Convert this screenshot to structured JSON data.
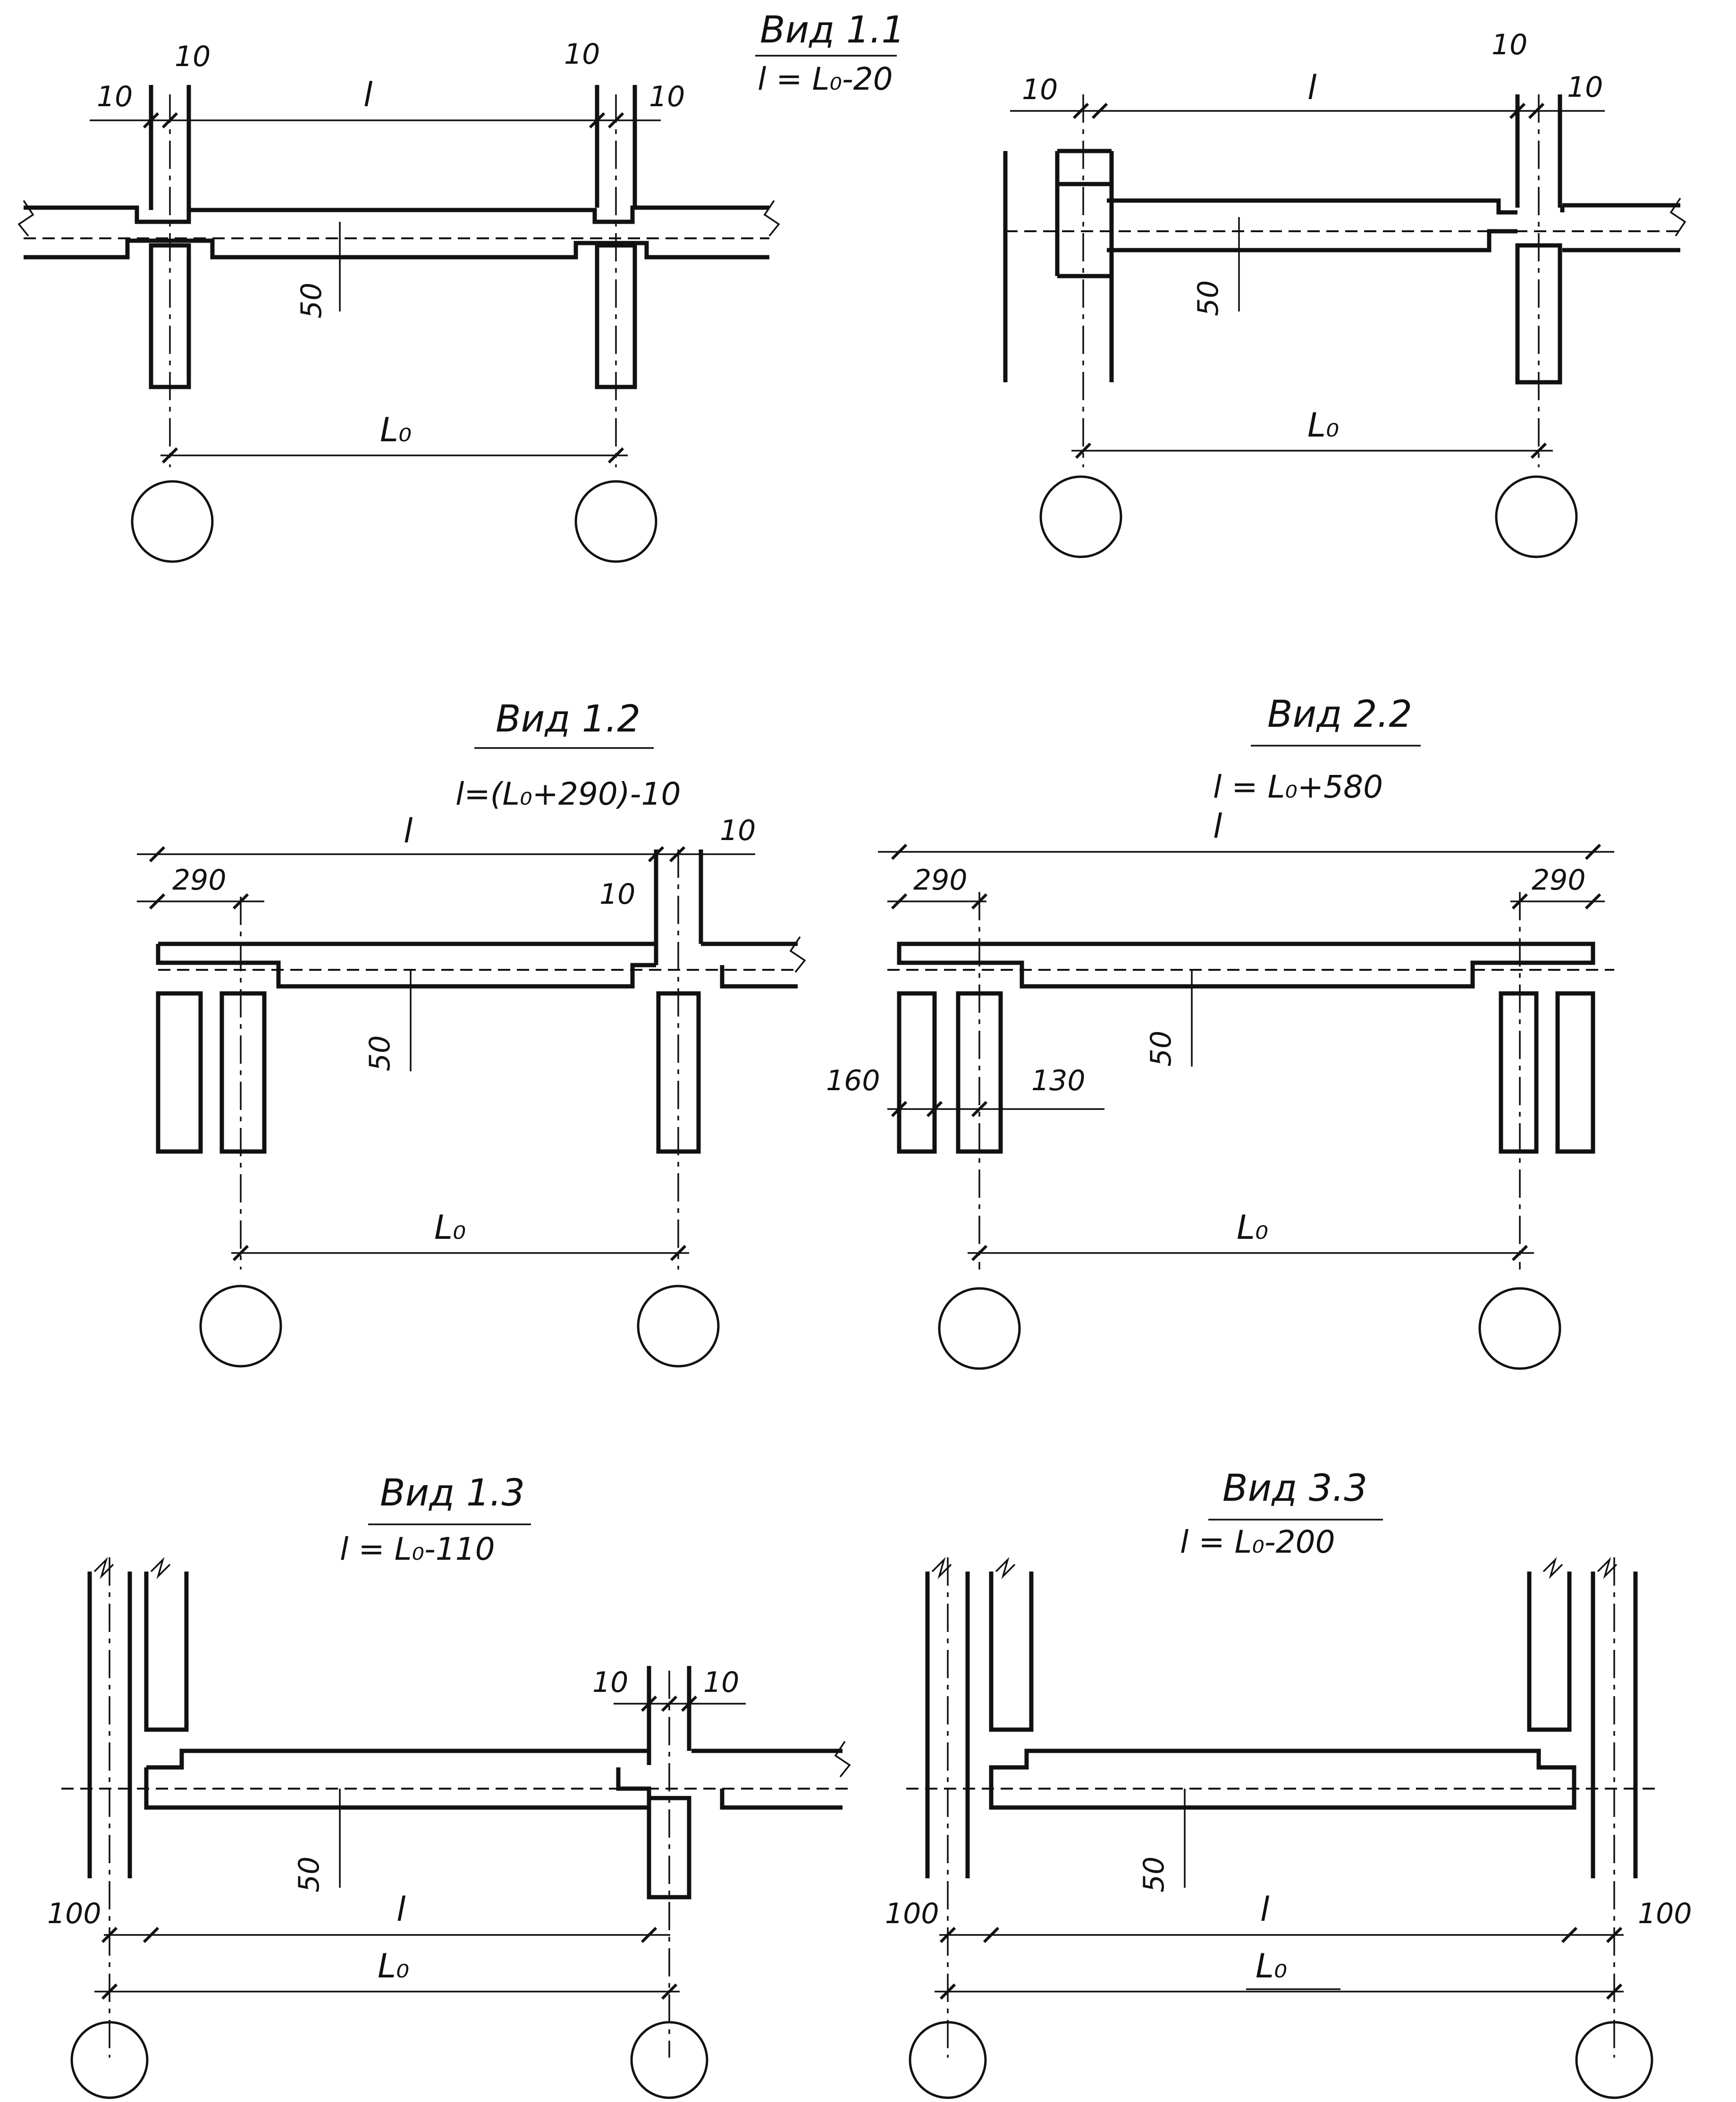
{
  "views": [
    {
      "id": "1.1",
      "title": "Вид 1.1",
      "formula": "l = L₀-20",
      "dims": {
        "l": "l",
        "lo": "L₀",
        "left_gap": "10",
        "left_gap2": "10",
        "right_gap": "10",
        "right_gap2": "10",
        "depth": "50"
      }
    },
    {
      "id": "2.1",
      "dims": {
        "l": "l",
        "lo": "L₀",
        "left_gap": "10",
        "right_gap": "10",
        "right_gap2": "10",
        "depth": "50"
      }
    },
    {
      "id": "1.2",
      "title": "Вид 1.2",
      "formula": "l=(L₀+290)-10",
      "dims": {
        "l": "l",
        "lo": "L₀",
        "bearing": "290",
        "right_gap": "10",
        "right_gap2": "10",
        "depth": "50"
      }
    },
    {
      "id": "2.2",
      "title": "Вид 2.2",
      "formula": "l = L₀+580",
      "dims": {
        "l": "l",
        "lo": "L₀",
        "bearing_left": "290",
        "bearing_right": "290",
        "depth": "50",
        "wall1": "160",
        "wall2": "130"
      }
    },
    {
      "id": "1.3",
      "title": "Вид 1.3",
      "formula": "l = L₀-110",
      "dims": {
        "l": "l",
        "lo": "L₀",
        "offset": "100",
        "right_gap": "10",
        "right_gap2": "10",
        "depth": "50"
      }
    },
    {
      "id": "3.3",
      "title": "Вид 3.3",
      "formula": "l = L₀-200",
      "dims": {
        "l": "l",
        "lo": "L₀",
        "offset_left": "100",
        "offset_right": "100",
        "depth": "50"
      }
    }
  ]
}
